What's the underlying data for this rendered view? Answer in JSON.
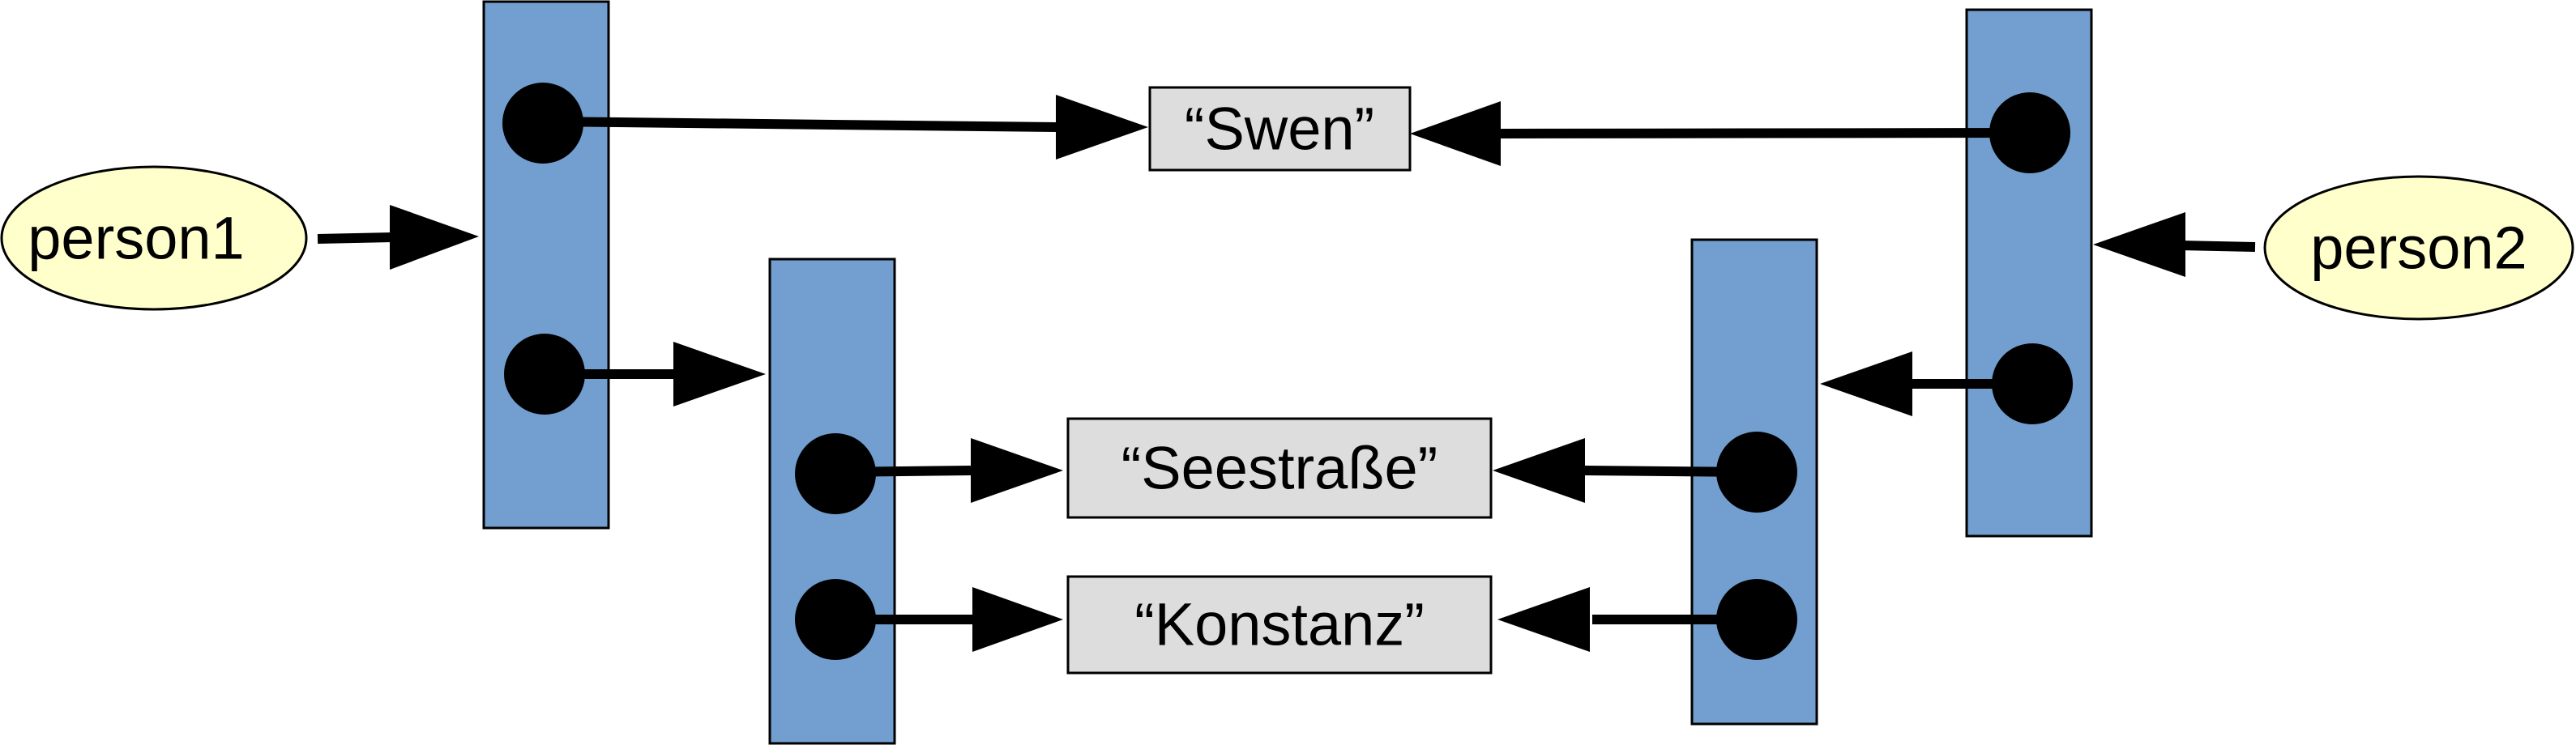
{
  "nodes": {
    "person1": {
      "label": "person1"
    },
    "person2": {
      "label": "person2"
    },
    "swen": {
      "label": "“Swen”"
    },
    "street": {
      "label": "“Seestraße”"
    },
    "city": {
      "label": "“Konstanz”"
    }
  },
  "colors": {
    "object_fill": "#729fcf",
    "variable_fill": "#ffffcc",
    "value_fill": "#dddddd",
    "stroke": "#000000"
  }
}
